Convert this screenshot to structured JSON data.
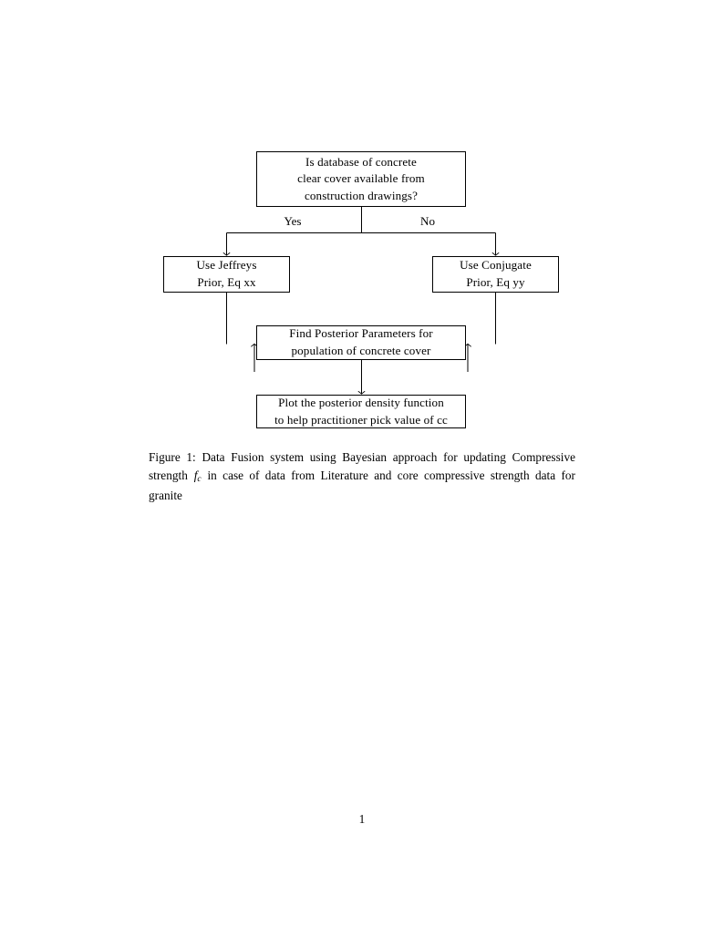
{
  "document": {
    "page_number": "1"
  },
  "figure": {
    "nodes": {
      "decision": {
        "name": "decision-database-available",
        "lines": [
          "Is database of concrete",
          "clear cover available from",
          "construction drawings?"
        ]
      },
      "jeffreys": {
        "name": "use-jeffreys-prior",
        "lines": [
          "Use Jeffreys",
          "Prior, Eq xx"
        ]
      },
      "conjugate": {
        "name": "use-conjugate-prior",
        "lines": [
          "Use Conjugate",
          "Prior, Eq yy"
        ]
      },
      "posterior": {
        "name": "find-posterior-parameters",
        "lines": [
          "Find Posterior Parameters for",
          "population of concrete cover"
        ]
      },
      "plot": {
        "name": "plot-posterior-density",
        "lines": [
          "Plot the posterior density function",
          "to help practitioner pick value of cc"
        ]
      }
    },
    "edge_labels": {
      "yes": "Yes",
      "no": "No"
    },
    "stroke_color": "#000000"
  },
  "caption": {
    "label": "Figure 1:",
    "text_before_math": " Data Fusion system using Bayesian approach for updating Compressive strength ",
    "math_symbol": "f",
    "math_subscript": "c",
    "text_after_math": " in case of data from Literature and core compressive strength data for granite"
  }
}
